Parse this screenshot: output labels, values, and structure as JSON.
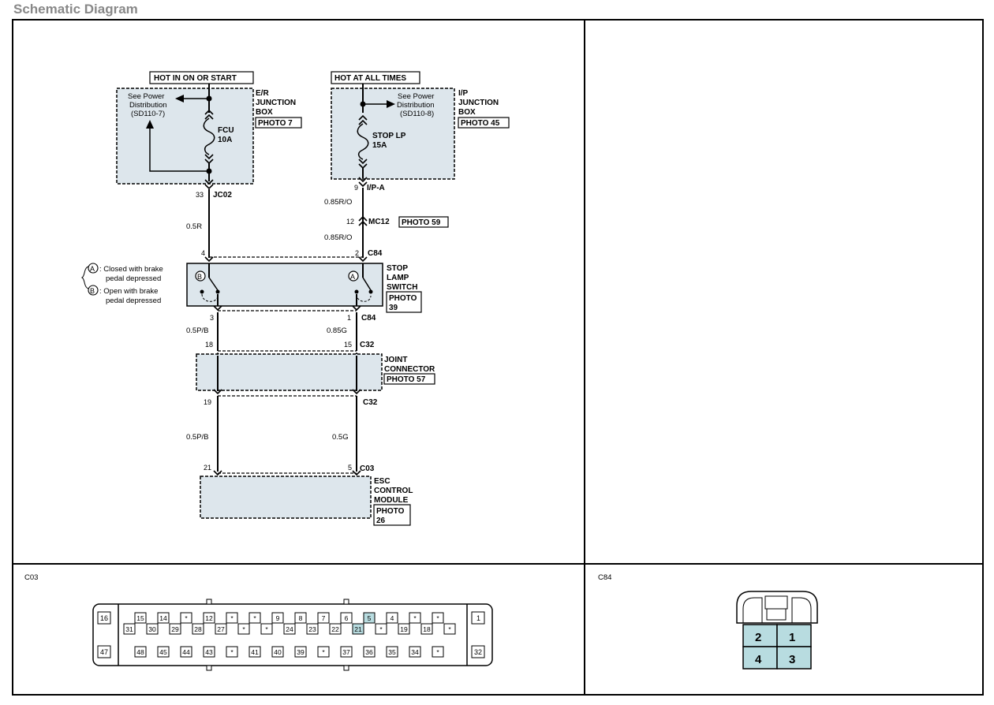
{
  "page": {
    "title": "Schematic Diagram"
  },
  "schematic": {
    "hot_run_label": "HOT IN ON OR START",
    "hot_always_label": "HOT AT ALL TIMES",
    "er_box": {
      "see_power": [
        "See Power",
        "Distribution",
        "(SD110-7)"
      ],
      "name": [
        "E/R",
        "JUNCTION",
        "BOX"
      ],
      "photo": "PHOTO 7",
      "fuse": [
        "FCU",
        "10A"
      ],
      "pin": "33",
      "connector": "JC02"
    },
    "ip_box": {
      "see_power": [
        "See Power",
        "Distribution",
        "(SD110-8)"
      ],
      "name": [
        "I/P",
        "JUNCTION",
        "BOX"
      ],
      "photo": "PHOTO 45",
      "fuse": [
        "STOP LP",
        "15A"
      ],
      "pin": "9",
      "connector": "I/P-A"
    },
    "wires": {
      "w_left1": "0.5R",
      "w_right1": "0.85R/O",
      "w_right2": "0.85R/O",
      "w_left2": "0.5P/B",
      "w_right3": "0.85G",
      "w_left3": "0.5P/B",
      "w_right4": "0.5G"
    },
    "mc12": {
      "pin": "12",
      "connector": "MC12",
      "photo": "PHOTO 59"
    },
    "stop_switch": {
      "pin_left_top": "4",
      "pin_right_top": "2",
      "connector_top": "C84",
      "pin_left_bottom": "3",
      "pin_right_bottom": "1",
      "connector_bottom": "C84",
      "name": [
        "STOP",
        "LAMP",
        "SWITCH"
      ],
      "photo": [
        "PHOTO",
        "39"
      ],
      "b_mark": "B",
      "a_mark": "A"
    },
    "legend": {
      "a_letter": "A",
      "b_letter": "B",
      "a_text": [
        ": Closed with brake",
        "pedal depressed"
      ],
      "b_text": [
        ": Open with brake",
        "pedal depressed"
      ]
    },
    "joint": {
      "pin_left_top": "18",
      "pin_right_top": "15",
      "connector_top": "C32",
      "pin_left_bottom": "19",
      "connector_bottom": "C32",
      "name": [
        "JOINT",
        "CONNECTOR"
      ],
      "photo": "PHOTO 57"
    },
    "esc": {
      "pin_left": "21",
      "pin_right": "5",
      "connector": "C03",
      "name": [
        "ESC",
        "CONTROL",
        "MODULE"
      ],
      "photo": [
        "PHOTO",
        "26"
      ]
    }
  },
  "connectors": {
    "c03": {
      "title": "C03",
      "left_top": "16",
      "left_bottom": "47",
      "right_top": "1",
      "right_bottom": "32",
      "row1": [
        "15",
        "14",
        "*",
        "12",
        "*",
        "*",
        "9",
        "8",
        "7",
        "6",
        "5",
        "4",
        "*",
        "*"
      ],
      "row2": [
        "31",
        "30",
        "29",
        "28",
        "27",
        "*",
        "*",
        "24",
        "23",
        "22",
        "21",
        "*",
        "19",
        "18",
        "*"
      ],
      "row3": [
        "48",
        "45",
        "44",
        "43",
        "*",
        "41",
        "40",
        "39",
        "*",
        "37",
        "36",
        "35",
        "34",
        "*"
      ],
      "highlight": [
        "5",
        "21"
      ]
    },
    "c84": {
      "title": "C84",
      "pins": [
        "2",
        "1",
        "4",
        "3"
      ]
    }
  }
}
